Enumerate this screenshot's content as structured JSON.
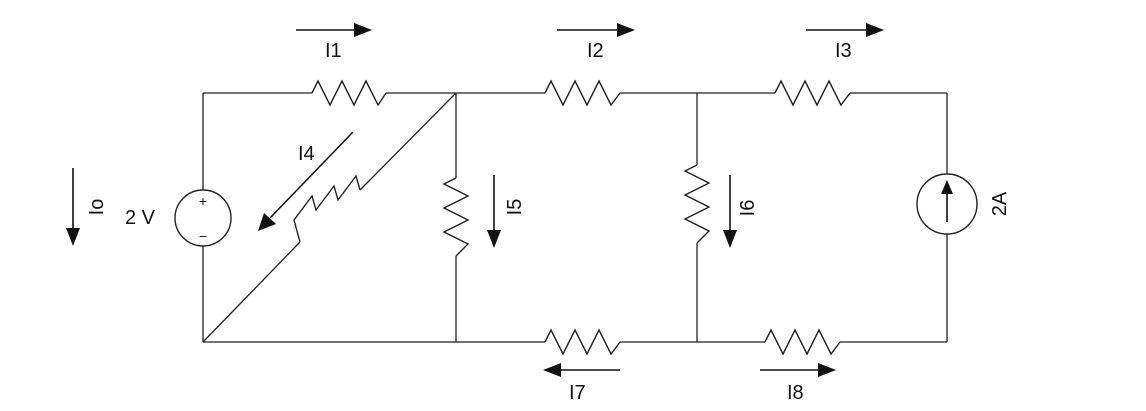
{
  "currents": {
    "i1": "I1",
    "i2": "I2",
    "i3": "I3",
    "i4": "I4",
    "i5": "I5",
    "i6": "I6",
    "i7": "I7",
    "i8": "I8",
    "io": "Io"
  },
  "sources": {
    "voltage_value": "2 V",
    "voltage_plus": "+",
    "voltage_minus": "−",
    "current_value": "2A"
  }
}
